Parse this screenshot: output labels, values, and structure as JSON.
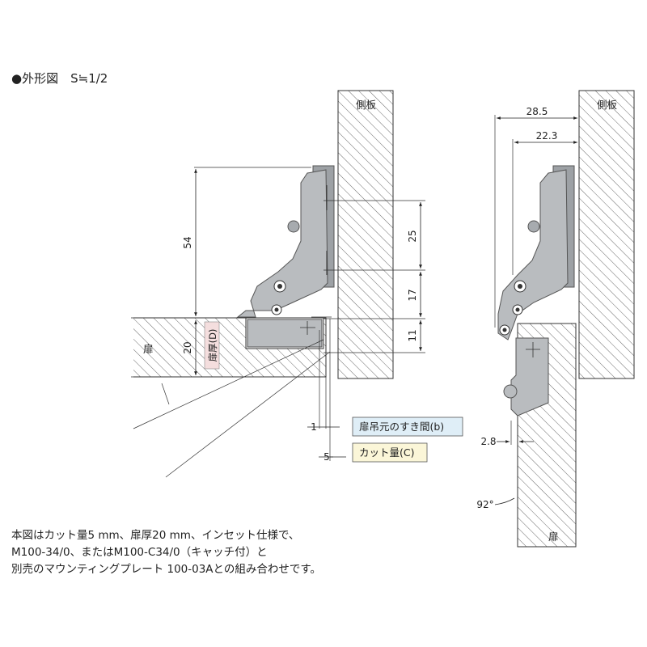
{
  "title": "●外形図　S≒1/2",
  "labels": {
    "side_panel_left": "側板",
    "side_panel_right": "側板",
    "door_left": "扉",
    "door_right": "扉",
    "door_thickness": "扉厚(D)",
    "gap_callout": "扉吊元のすき間(b)",
    "cut_callout": "カット量(C)"
  },
  "dimensions": {
    "d54": "54",
    "d20": "20",
    "d25": "25",
    "d17": "17",
    "d11": "11",
    "d1": "1",
    "d5": "5",
    "d28_5": "28.5",
    "d22_3": "22.3",
    "d2_8": "2.8",
    "angle": "92°"
  },
  "description": [
    "本図はカット量5 mm、扉厚20 mm、インセット仕様で、",
    "M100-34/0、またはM100-C34/0（キャッチ付）と",
    "別売のマウンティングプレート 100-03Aとの組み合わせです。"
  ],
  "colors": {
    "hinge_fill": "#b9bcbf",
    "hinge_dark": "#8e9296",
    "hatch": "#555555",
    "callout_gap_bg": "#dfeef7",
    "callout_cut_bg": "#fbf6d8"
  }
}
